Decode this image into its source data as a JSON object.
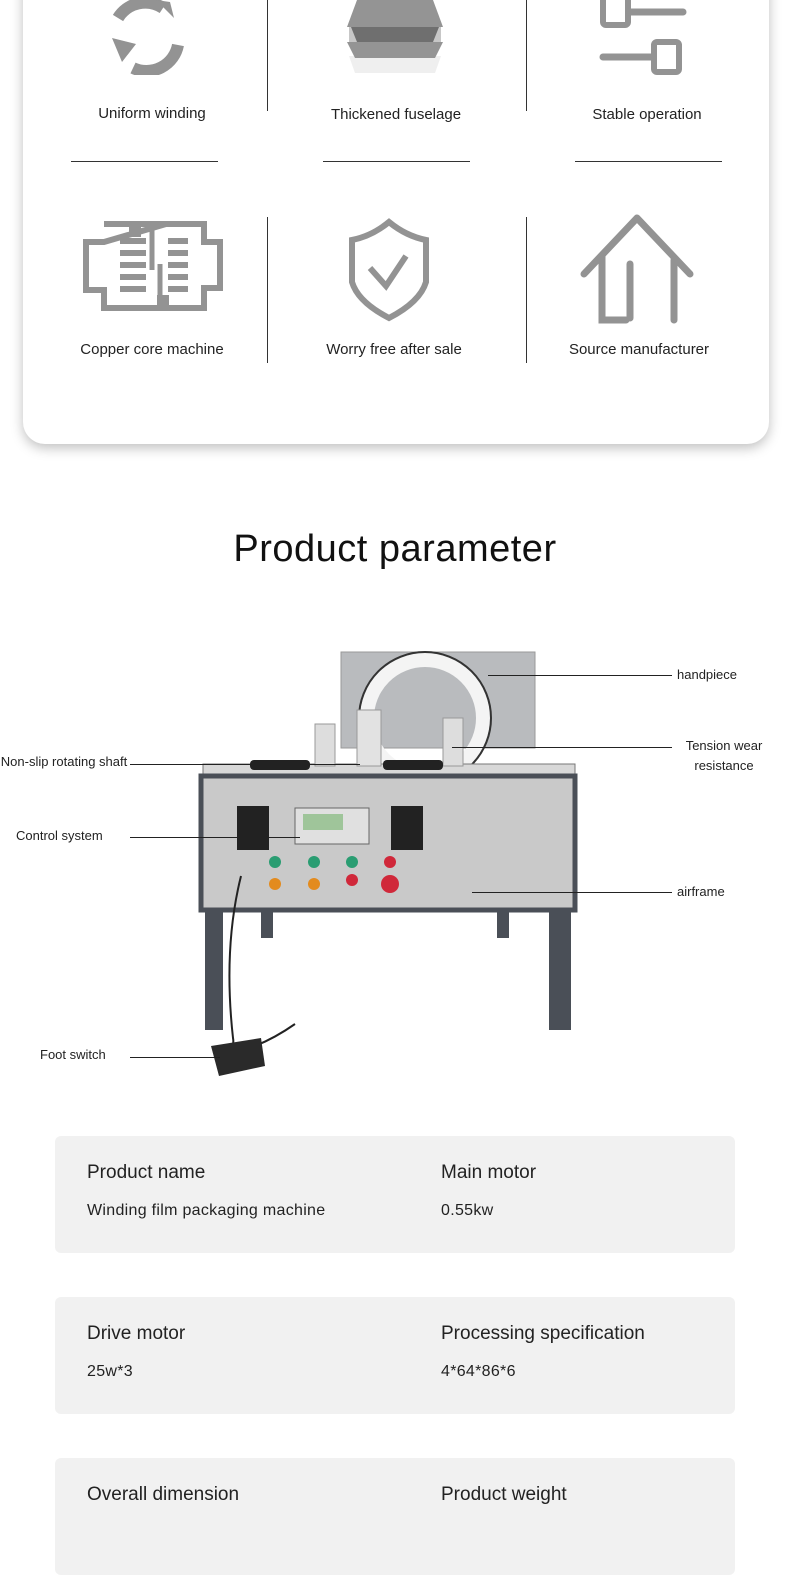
{
  "features": [
    {
      "label": "Uniform winding",
      "icon": "refresh-icon"
    },
    {
      "label": "Thickened fuselage",
      "icon": "layers-icon"
    },
    {
      "label": "Stable operation",
      "icon": "sliders-icon"
    },
    {
      "label": "Copper core machine",
      "icon": "motor-icon"
    },
    {
      "label": "Worry free after sale",
      "icon": "shield-check-icon"
    },
    {
      "label": "Source manufacturer",
      "icon": "house-icon"
    }
  ],
  "section_title": "Product parameter",
  "callouts": {
    "handpiece": "handpiece",
    "tension": "Tension wear resistance",
    "shaft": "Non-slip rotating shaft",
    "control": "Control system",
    "airframe": "airframe",
    "foot": "Foot switch"
  },
  "specs": [
    {
      "k1": "Product name",
      "v1": "Winding film packaging machine",
      "k2": "Main motor",
      "v2": "0.55kw"
    },
    {
      "k1": "Drive motor",
      "v1": "25w*3",
      "k2": "Processing specification",
      "v2": "4*64*86*6"
    },
    {
      "k1": "Overall dimension",
      "v1": "",
      "k2": "Product weight",
      "v2": ""
    }
  ],
  "colors": {
    "icon": "#939393",
    "spec_bg": "#f1f1f1",
    "panel": "#c9c9c9",
    "frame": "#4a4f57"
  }
}
